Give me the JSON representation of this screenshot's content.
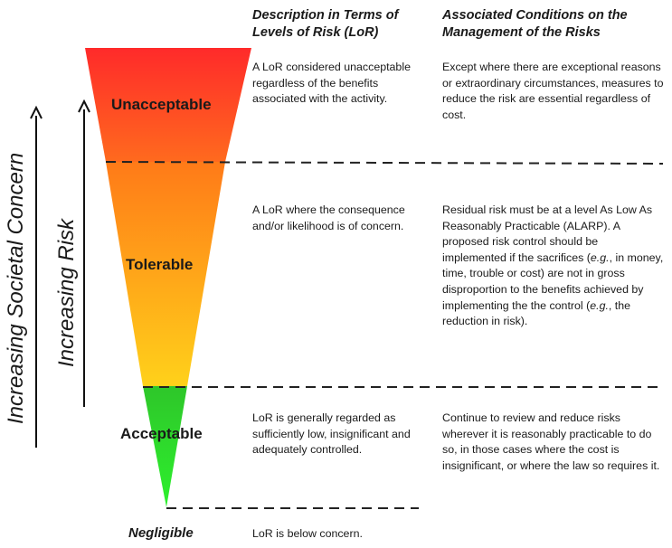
{
  "headers": {
    "description": "Description in Terms of\nLevels of Risk (LoR)",
    "conditions": "Associated Conditions on the\nManagement of the Risks"
  },
  "zones": [
    {
      "label": "Unacceptable",
      "description": "A LoR considered unacceptable regardless of the benefits associated with the activity.",
      "conditions": "Except where there are exceptional reasons or extraordinary circumstances, measures to reduce the risk are essential regardless of cost."
    },
    {
      "label": "Tolerable",
      "description": "A LoR where the consequence and/or likelihood is of concern.",
      "conditions_parts": [
        "Residual risk must be at a level As Low As Reasonably Practicable (ALARP). A proposed risk control should be implemented if the sacrifices (",
        "e.g.",
        ", in money, time, trouble or cost) are not in gross disproportion to the benefits achieved by implementing the the control (",
        "e.g.",
        ", the reduction in risk)."
      ]
    },
    {
      "label": "Acceptable",
      "description": "LoR is generally regarded as sufficiently low, insignificant and adequately controlled.",
      "conditions": "Continue to review and reduce risks wherever it is reasonably practicable to do so, in those cases where the cost is insignificant, or where the law so requires it."
    },
    {
      "label": "Negligible",
      "description": "LoR is below concern."
    }
  ],
  "axes": {
    "outer": "Increasing Societal Concern",
    "inner": "Increasing Risk"
  },
  "colors": {
    "unacceptable_top": "#ff2a2a",
    "unacceptable_bottom": "#ff6a1e",
    "tolerable_top": "#ff7a18",
    "tolerable_bottom": "#ffd11a",
    "acceptable_top": "#2ec62a",
    "acceptable_bottom": "#2df02d",
    "text": "#1a1a1a"
  }
}
